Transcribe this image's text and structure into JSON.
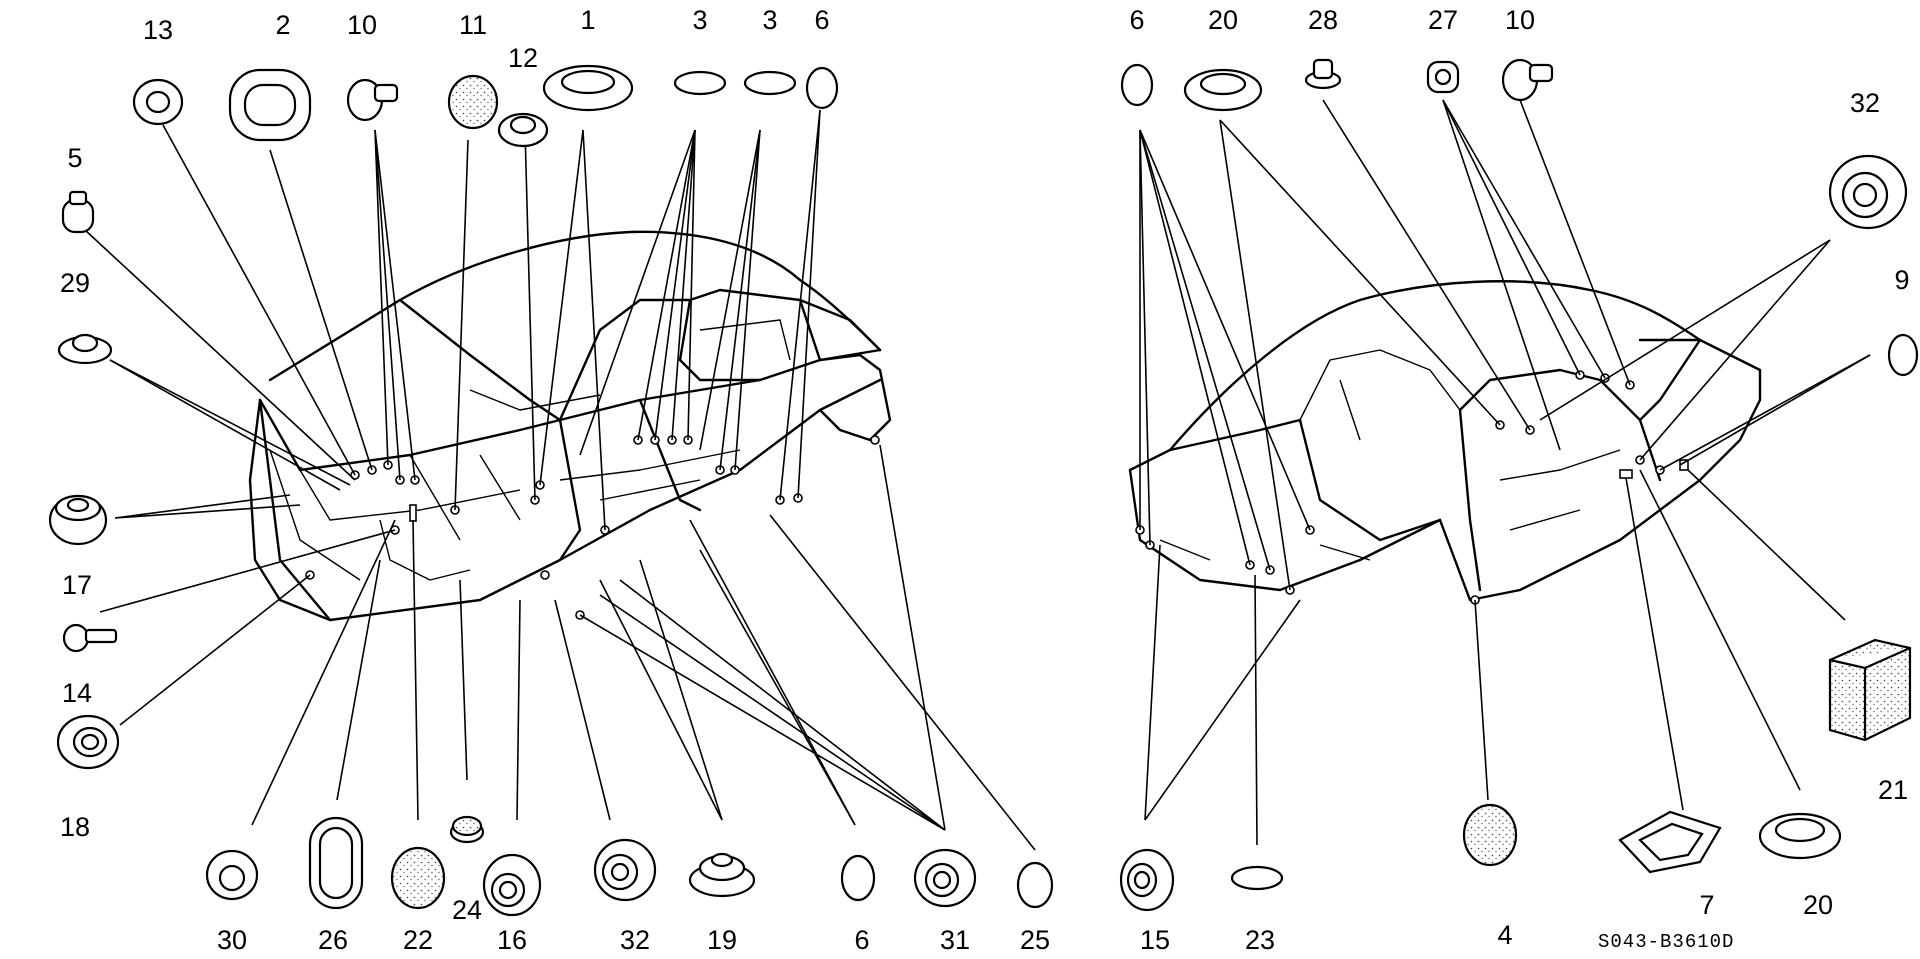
{
  "diagram": {
    "code": "S043-B3610D",
    "left_assembly": {
      "top_labels": [
        "13",
        "2",
        "10",
        "11",
        "12",
        "1",
        "3",
        "3",
        "6"
      ],
      "side_labels": [
        "5",
        "29",
        "17",
        "14",
        "18"
      ],
      "bottom_labels": [
        "30",
        "26",
        "22",
        "24",
        "16",
        "32",
        "19",
        "6",
        "31",
        "25"
      ]
    },
    "right_assembly": {
      "top_labels": [
        "6",
        "20",
        "28",
        "27",
        "10"
      ],
      "side_labels": [
        "32",
        "9",
        "21"
      ],
      "bottom_labels": [
        "15",
        "23",
        "4",
        "7",
        "20"
      ]
    }
  }
}
